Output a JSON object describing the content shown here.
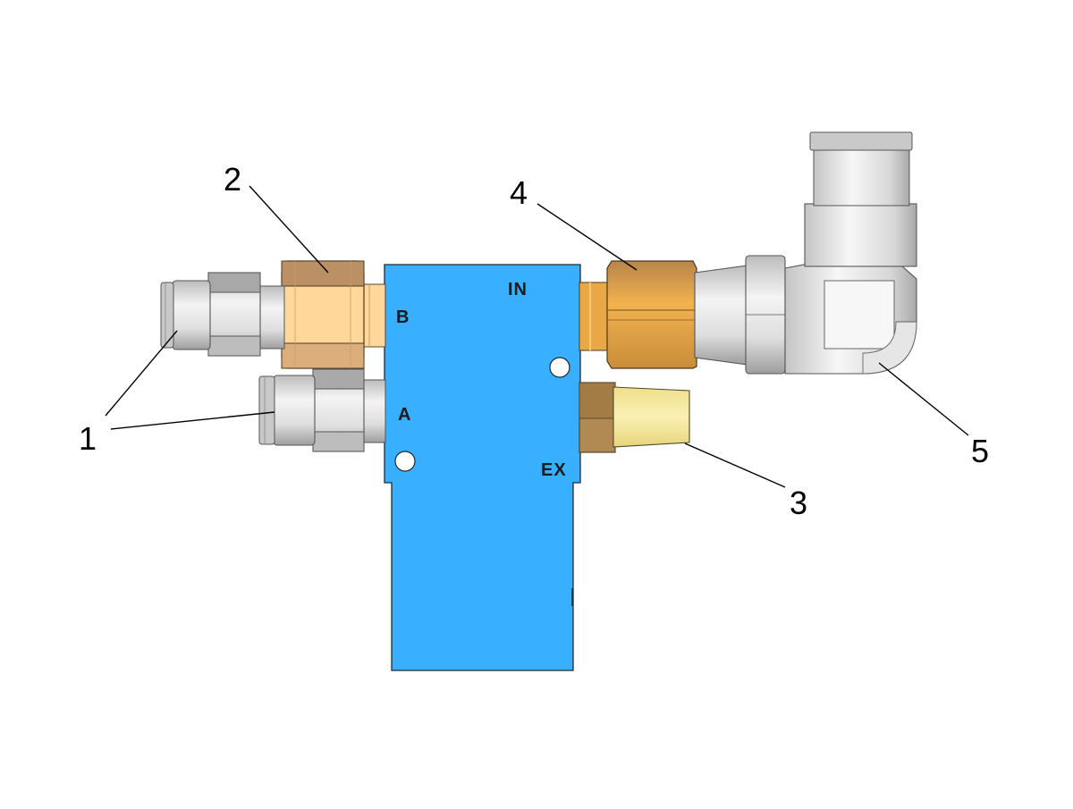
{
  "diagram": {
    "port_labels": {
      "in": "IN",
      "b": "B",
      "a": "A",
      "ex": "EX"
    },
    "callouts": {
      "c1": "1",
      "c2": "2",
      "c3": "3",
      "c4": "4",
      "c5": "5"
    },
    "colors": {
      "valve_body": "#39afff",
      "brass_light": "#ffd79a",
      "brass": "#d9a441",
      "brass_dark": "#b48a57",
      "muffler": "#f6e79a",
      "steel_light": "#f2f2f2",
      "steel_mid": "#cfcfcf",
      "steel_dark": "#9d9d9d"
    }
  }
}
